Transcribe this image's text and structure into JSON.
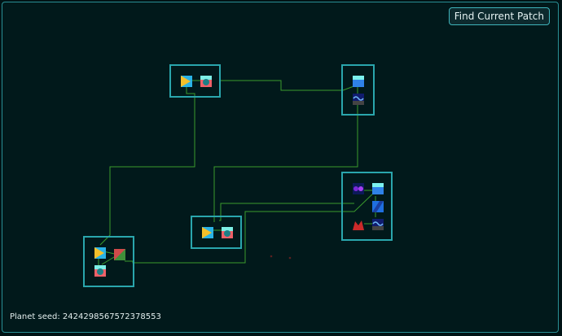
{
  "header": {
    "find_button_label": "Find Current Patch"
  },
  "footer": {
    "seed_label": "Planet seed: 2424298567572378553"
  },
  "theme": {
    "background": "#01191b",
    "frame_border": "#2a8f95",
    "patch_border": "#2aa6ad",
    "connection": "#3a9a2c"
  },
  "patches": [
    {
      "id": "top-left",
      "organisms": [
        "autotroph-yellow-cyan",
        "predator-red-cyan"
      ]
    },
    {
      "id": "top-right",
      "organisms": [
        "filter-feeder-blue",
        "wave-swimmer-navy"
      ]
    },
    {
      "id": "middle",
      "organisms": [
        "autotroph-yellow-cyan",
        "predator-red-cyan"
      ]
    },
    {
      "id": "bottom-left",
      "organisms": [
        "autotroph-yellow-cyan",
        "scavenger-red-green",
        "predator-red-cyan"
      ]
    },
    {
      "id": "right-cluster",
      "organisms": [
        "purple-spore",
        "filter-feeder-blue",
        "blue-shard",
        "red-crawler",
        "wave-swimmer-navy"
      ]
    }
  ]
}
